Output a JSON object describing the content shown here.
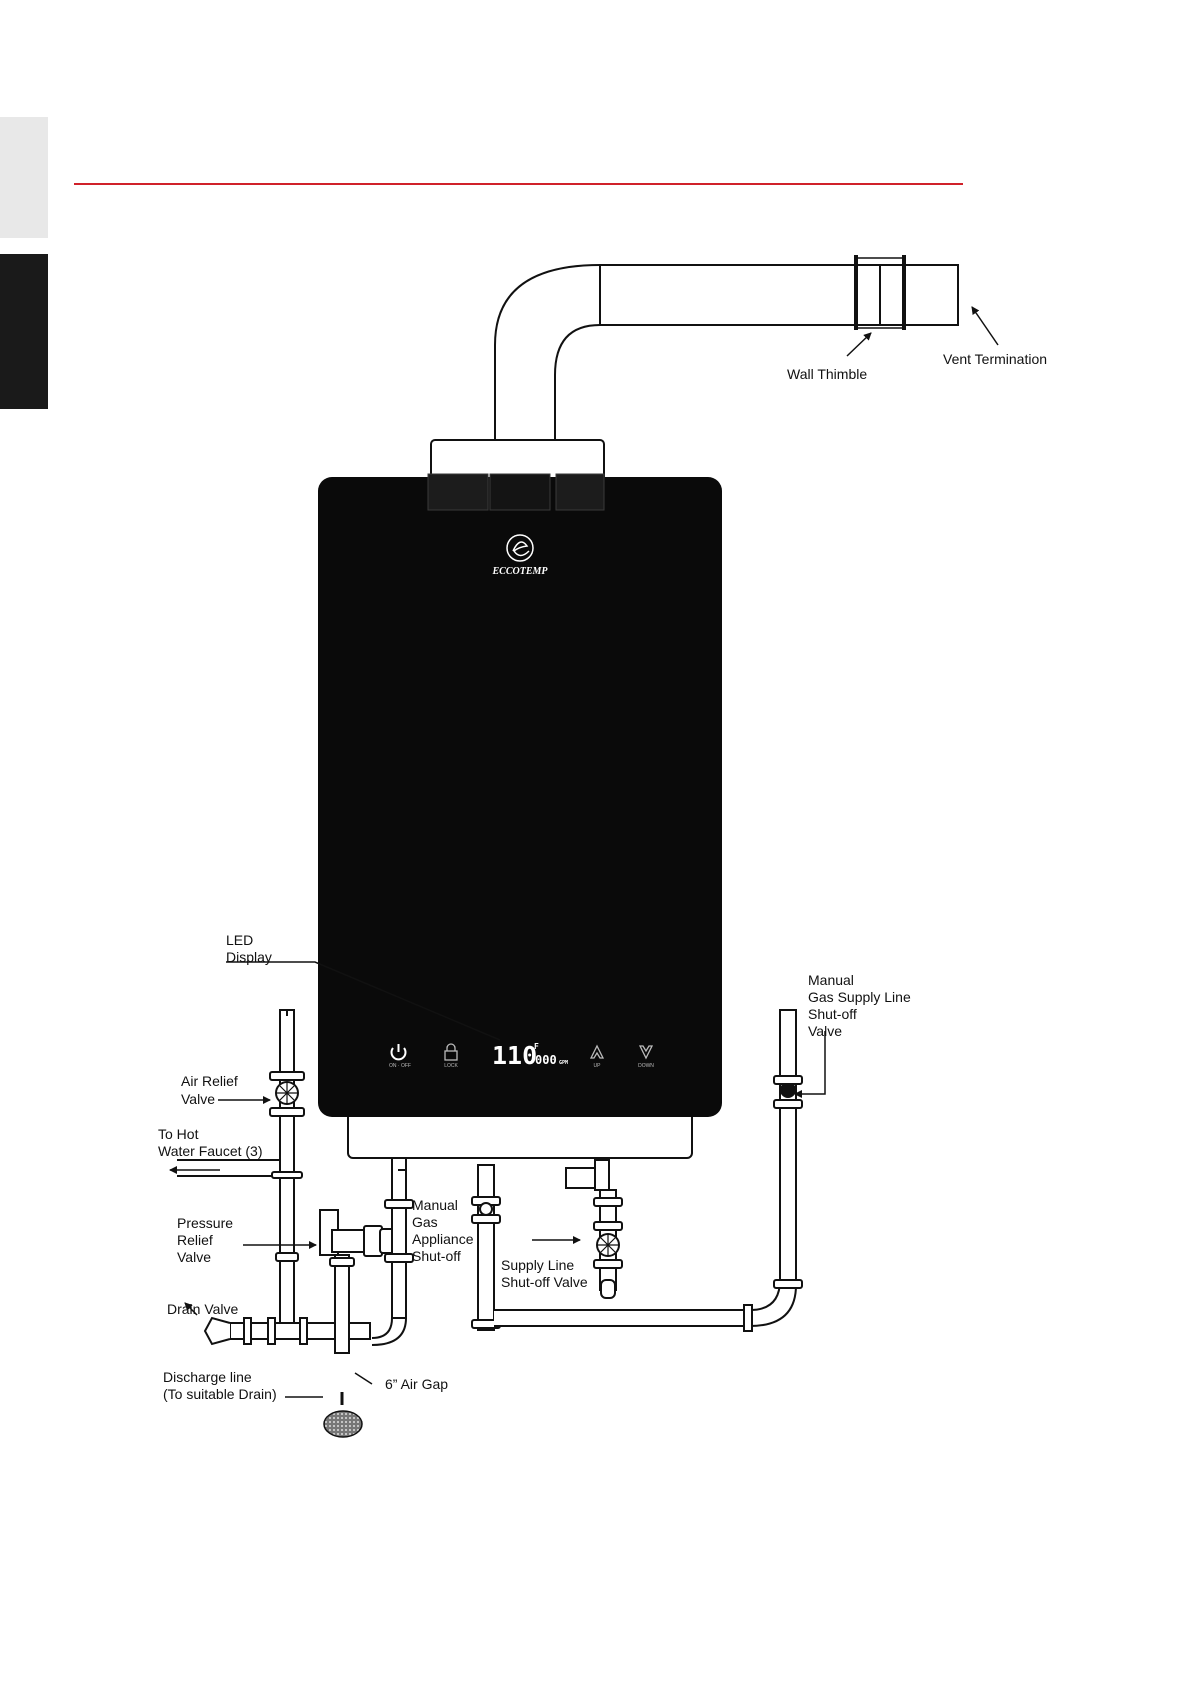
{
  "labels": {
    "wall_thimble": "Wall Thimble",
    "vent_termination": "Vent Termination",
    "led_display": [
      "LED",
      "Display"
    ],
    "manual_gas_supply": [
      "Manual",
      "Gas Supply Line",
      "Shut-off",
      "Valve"
    ],
    "air_relief": [
      "Air Relief",
      "Valve"
    ],
    "hot_water_faucet": [
      "To Hot",
      "Water Faucet (3)"
    ],
    "pressure_relief": [
      "Pressure",
      "Relief",
      "Valve"
    ],
    "manual_gas_appliance": [
      "Manual",
      "Gas",
      "Appliance",
      "Shut-off"
    ],
    "supply_line": [
      "Supply Line",
      "Shut-off Valve"
    ],
    "drain_valve": "Drain Valve",
    "discharge_line": [
      "Discharge line",
      "(To suitable Drain)"
    ],
    "air_gap": "6”  Air Gap"
  },
  "heater": {
    "brand": "ECCOTEMP",
    "temperature": "110",
    "unit": "F",
    "flow": "000",
    "flow_unit": "GPM",
    "buttons": [
      "ON · OFF",
      "LOCK",
      "UP",
      "DOWN"
    ]
  },
  "colors": {
    "accent": "#d0212a",
    "heater_body": "#0a0a0a",
    "tab_light": "#e8e8e8",
    "tab_dark": "#1a1a1a"
  },
  "icons": [
    "power-icon",
    "lock-icon",
    "up-arrow-icon",
    "down-arrow-icon"
  ]
}
